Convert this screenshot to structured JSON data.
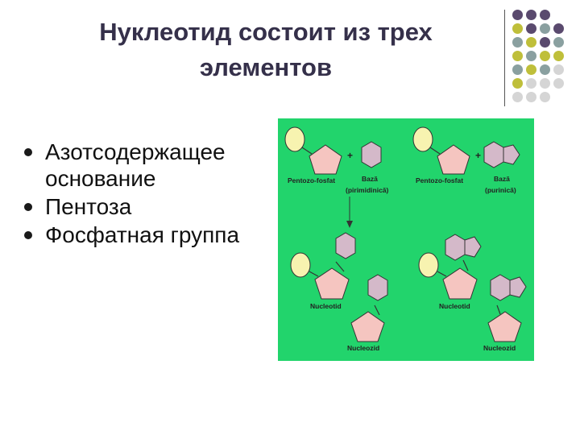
{
  "slide": {
    "title_line1": "Нуклеотид состоит из трех",
    "title_line2": "элементов",
    "bullets": [
      {
        "text": "Азотсодержащее основание"
      },
      {
        "text": "Пентоза"
      },
      {
        "text": "Фосфатная группа"
      }
    ]
  },
  "diagram": {
    "plus": "+",
    "left": {
      "pentose_label": "Pentozo-fosfat",
      "base_label_line1": "Bază",
      "base_label_line2": "(pirimidinică)",
      "nucleotide_label": "Nucleotid",
      "nucleoside_label": "Nucleozid"
    },
    "right": {
      "pentose_label": "Pentozo-fosfat",
      "base_label_line1": "Bază",
      "base_label_line2": "(purinică)",
      "nucleotide_label": "Nucleotid",
      "nucleoside_label": "Nucleozid"
    }
  },
  "colors": {
    "title": "#35304a",
    "background_panel": "#22d46c",
    "phosphate": "#f7f3b0",
    "pentose": "#f5c5c0",
    "base": "#d4b9c9",
    "dot_purple": "#5a4a6e",
    "dot_olive": "#bfbf3a",
    "dot_gray": "#8aa0a0",
    "dot_light": "#d5d5d5"
  }
}
